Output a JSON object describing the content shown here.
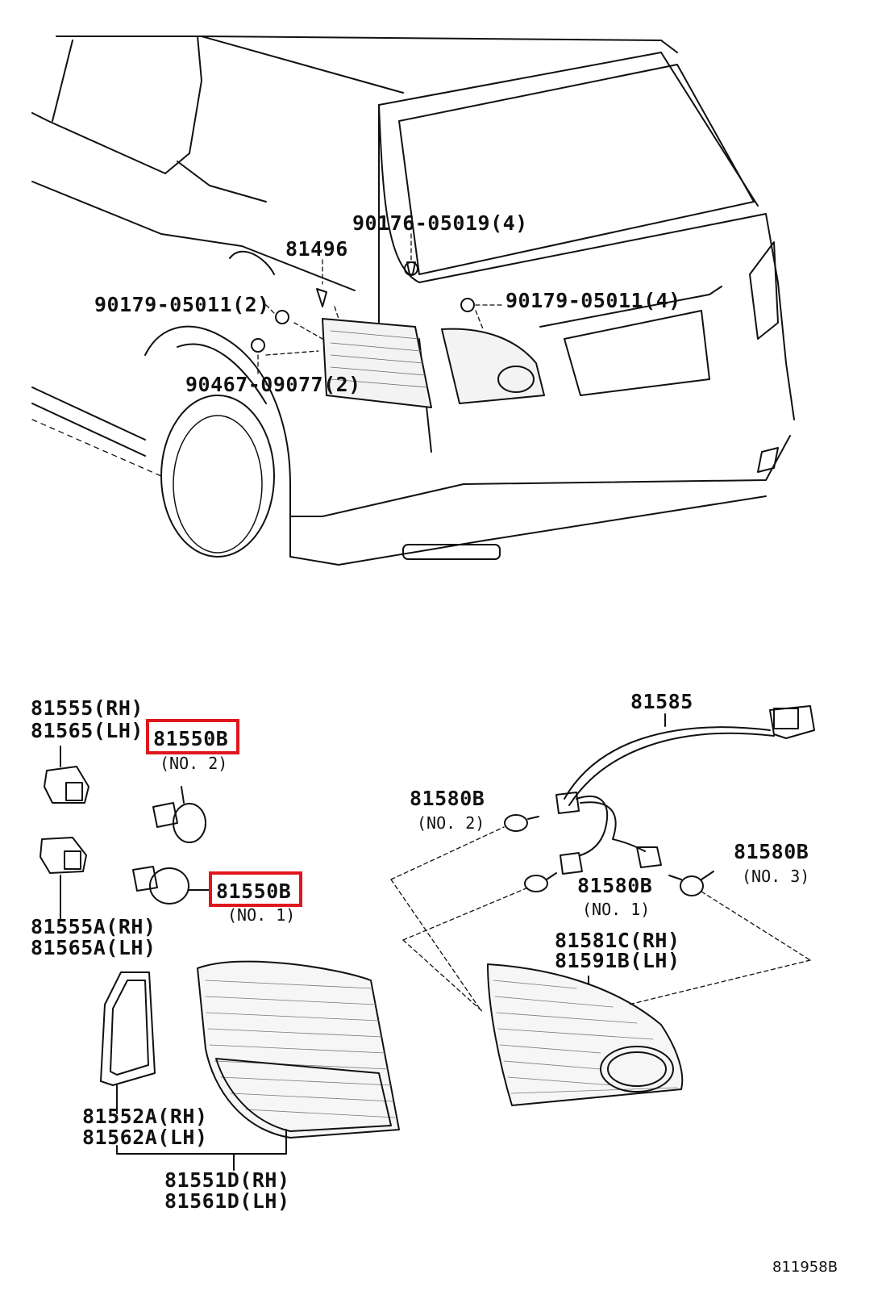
{
  "diagram_id": "811958B",
  "highlight_color": "#e0161d",
  "top_labels": {
    "p1": "90176-05019(4)",
    "p2": "81496",
    "p3": "90179-05011(2)",
    "p4": "90179-05011(4)",
    "p5": "90467-09077(2)"
  },
  "bottom_labels": {
    "bulb_no2_part": "81550B",
    "bulb_no2_note": "(NO. 2)",
    "bulb_no1_part": "81550B",
    "bulb_no1_note": "(NO. 1)",
    "socket_top_rh": "81555(RH)",
    "socket_top_lh": "81565(LH)",
    "socket_bot_rh": "81555A(RH)",
    "socket_bot_lh": "81565A(LH)",
    "gasket_rh": "81552A(RH)",
    "gasket_lh": "81562A(LH)",
    "lamp_rh": "81551D(RH)",
    "lamp_lh": "81561D(LH)",
    "harness": "81585",
    "wbulb_no2_part": "81580B",
    "wbulb_no2_note": "(NO. 2)",
    "wbulb_no3_part": "81580B",
    "wbulb_no3_note": "(NO. 3)",
    "wbulb_no1_part": "81580B",
    "wbulb_no1_note": "(NO. 1)",
    "inner_rh": "81581C(RH)",
    "inner_lh": "81591B(LH)"
  }
}
